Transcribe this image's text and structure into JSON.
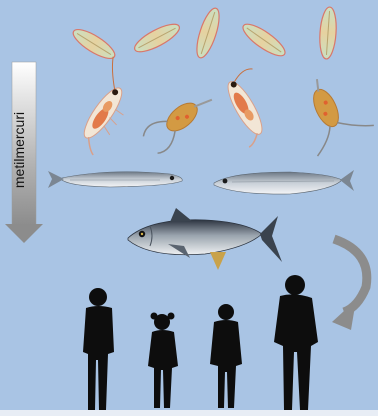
{
  "arrow_label": "metilmercuri",
  "colors": {
    "background": "#a9c4e4",
    "arrow_gray": "#8c8c8c",
    "silhouette": "#0d0d0d"
  },
  "levels": [
    {
      "name": "phytoplankton",
      "icons": [
        "diatom-icon",
        "diatom-icon",
        "diatom-icon",
        "diatom-icon",
        "diatom-icon"
      ]
    },
    {
      "name": "zooplankton",
      "icons": [
        "krill-icon",
        "copepod-icon",
        "krill-icon",
        "copepod-icon"
      ]
    },
    {
      "name": "small-fish",
      "icons": [
        "anchovy-icon",
        "sardine-icon"
      ]
    },
    {
      "name": "predator-fish",
      "icons": [
        "tuna-icon"
      ]
    },
    {
      "name": "humans",
      "icons": [
        "man-icon",
        "girl-icon",
        "boy-icon",
        "man-icon"
      ]
    }
  ]
}
